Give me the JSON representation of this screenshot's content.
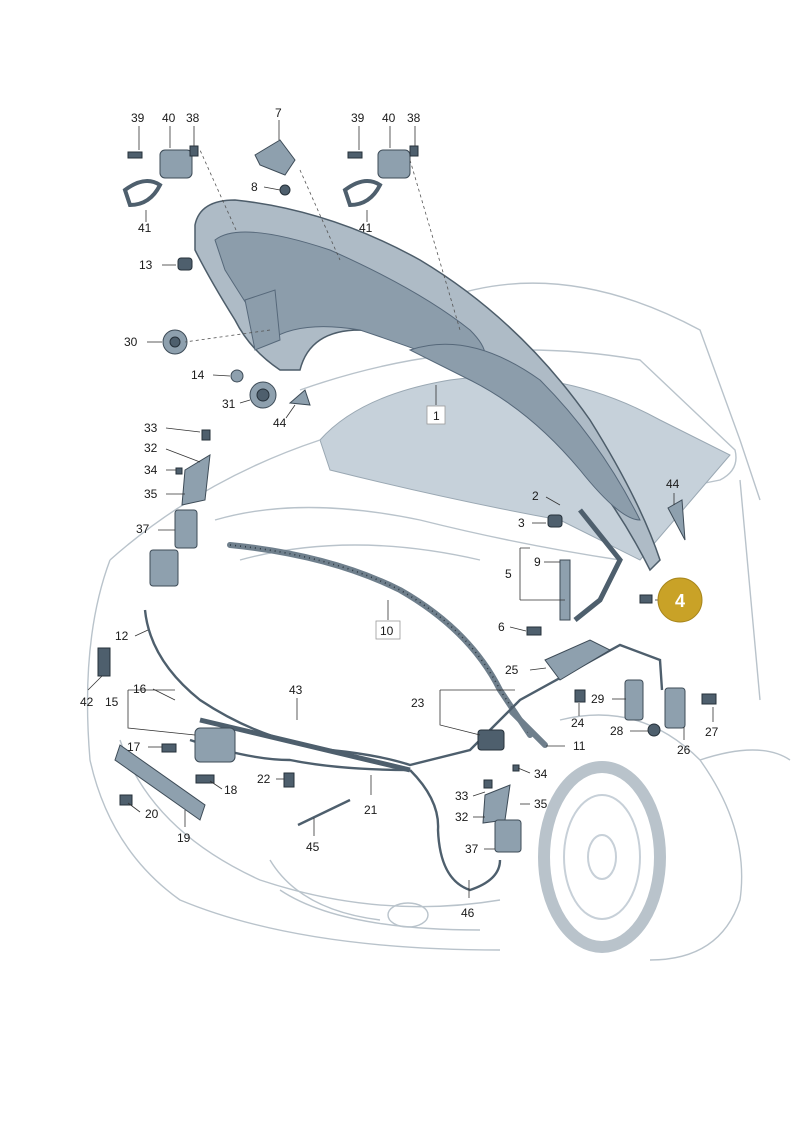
{
  "callouts": [
    {
      "id": "c39a",
      "text": "39"
    },
    {
      "id": "c40a",
      "text": "40"
    },
    {
      "id": "c38a",
      "text": "38"
    },
    {
      "id": "c41a",
      "text": "41"
    },
    {
      "id": "c7",
      "text": "7"
    },
    {
      "id": "c8",
      "text": "8"
    },
    {
      "id": "c39b",
      "text": "39"
    },
    {
      "id": "c40b",
      "text": "40"
    },
    {
      "id": "c38b",
      "text": "38"
    },
    {
      "id": "c41b",
      "text": "41"
    },
    {
      "id": "c13",
      "text": "13"
    },
    {
      "id": "c30",
      "text": "30"
    },
    {
      "id": "c14",
      "text": "14"
    },
    {
      "id": "c31",
      "text": "31"
    },
    {
      "id": "c44a",
      "text": "44"
    },
    {
      "id": "c1",
      "text": "1"
    },
    {
      "id": "c33a",
      "text": "33"
    },
    {
      "id": "c32a",
      "text": "32"
    },
    {
      "id": "c34a",
      "text": "34"
    },
    {
      "id": "c35a",
      "text": "35"
    },
    {
      "id": "c37a",
      "text": "37"
    },
    {
      "id": "c2",
      "text": "2"
    },
    {
      "id": "c3",
      "text": "3"
    },
    {
      "id": "c44b",
      "text": "44"
    },
    {
      "id": "c9",
      "text": "9"
    },
    {
      "id": "c5",
      "text": "5"
    },
    {
      "id": "c10",
      "text": "10"
    },
    {
      "id": "c6",
      "text": "6"
    },
    {
      "id": "c12",
      "text": "12"
    },
    {
      "id": "c25",
      "text": "25"
    },
    {
      "id": "c42",
      "text": "42"
    },
    {
      "id": "c16",
      "text": "16"
    },
    {
      "id": "c15",
      "text": "15"
    },
    {
      "id": "c43",
      "text": "43"
    },
    {
      "id": "c23",
      "text": "23"
    },
    {
      "id": "c29",
      "text": "29"
    },
    {
      "id": "c24",
      "text": "24"
    },
    {
      "id": "c27",
      "text": "27"
    },
    {
      "id": "c28",
      "text": "28"
    },
    {
      "id": "c26",
      "text": "26"
    },
    {
      "id": "c17",
      "text": "17"
    },
    {
      "id": "c11",
      "text": "11"
    },
    {
      "id": "c22",
      "text": "22"
    },
    {
      "id": "c18",
      "text": "18"
    },
    {
      "id": "c34b",
      "text": "34"
    },
    {
      "id": "c33b",
      "text": "33"
    },
    {
      "id": "c35b",
      "text": "35"
    },
    {
      "id": "c20",
      "text": "20"
    },
    {
      "id": "c21",
      "text": "21"
    },
    {
      "id": "c32b",
      "text": "32"
    },
    {
      "id": "c19",
      "text": "19"
    },
    {
      "id": "c45",
      "text": "45"
    },
    {
      "id": "c37b",
      "text": "37"
    },
    {
      "id": "c46",
      "text": "46"
    }
  ],
  "highlight": {
    "text": "4",
    "color": "#c9a227"
  },
  "colors": {
    "part": "#8ea0ae",
    "outline": "#b9c3cb"
  }
}
